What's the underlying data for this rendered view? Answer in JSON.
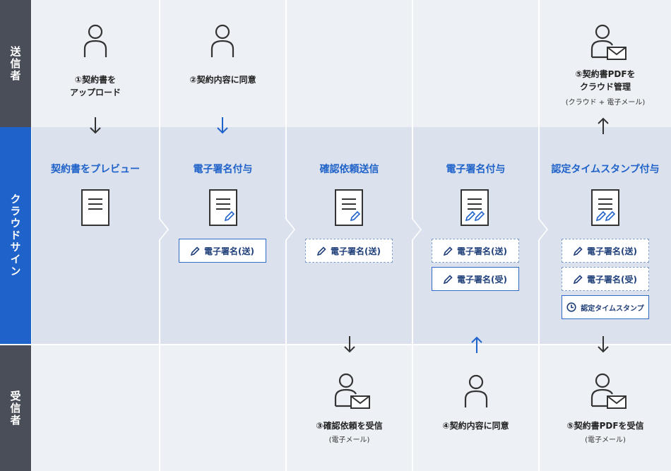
{
  "colors": {
    "sender_bg": "#edf0f5",
    "cloud_bg": "#dbe2ee",
    "receiver_bg": "#edf0f5",
    "sidebar_dark": "#4a4e58",
    "sidebar_blue": "#1f62c9",
    "accent": "#1f62c9",
    "badge_text": "#1f3f79"
  },
  "roles": {
    "sender": "送信者",
    "cloud": "クラウドサイン",
    "receiver": "受信者"
  },
  "columns": [
    {
      "sender_action": {
        "lines": [
          "①契約書を",
          "アップロード"
        ]
      },
      "stage_title": "契約書をプレビュー",
      "doc_icon": "document-icon",
      "badges": []
    },
    {
      "sender_action": {
        "lines": [
          "②契約内容に同意"
        ]
      },
      "stage_title": "電子署名付与",
      "doc_icon": "document-signed-icon",
      "badges": [
        {
          "label": "電子署名(送)",
          "icon": "pencil-icon",
          "style": "solid"
        }
      ]
    },
    {
      "stage_title": "確認依頼送信",
      "doc_icon": "document-signed-icon",
      "badges": [
        {
          "label": "電子署名(送)",
          "icon": "pencil-icon",
          "style": "dashed"
        }
      ],
      "receiver_action": {
        "lines": [
          "③確認依頼を受信"
        ],
        "sub": "(電子メール)"
      }
    },
    {
      "stage_title": "電子署名付与",
      "doc_icon": "document-double-signed-icon",
      "badges": [
        {
          "label": "電子署名(送)",
          "icon": "pencil-icon",
          "style": "dashed"
        },
        {
          "label": "電子署名(受)",
          "icon": "pencil-icon",
          "style": "solid"
        }
      ],
      "receiver_action": {
        "lines": [
          "④契約内容に同意"
        ]
      }
    },
    {
      "sender_action": {
        "lines": [
          "⑤契約書PDFを",
          "クラウド管理"
        ],
        "sub": "(クラウド + 電子メール)"
      },
      "stage_title": "認定タイムスタンプ付与",
      "doc_icon": "document-double-signed-icon",
      "badges": [
        {
          "label": "電子署名(送)",
          "icon": "pencil-icon",
          "style": "dashed"
        },
        {
          "label": "電子署名(受)",
          "icon": "pencil-icon",
          "style": "dashed"
        },
        {
          "label": "認定タイムスタンプ",
          "icon": "clock-icon",
          "style": "solid"
        }
      ],
      "receiver_action": {
        "lines": [
          "⑤契約書PDFを受信"
        ],
        "sub": "(電子メール)"
      }
    }
  ]
}
